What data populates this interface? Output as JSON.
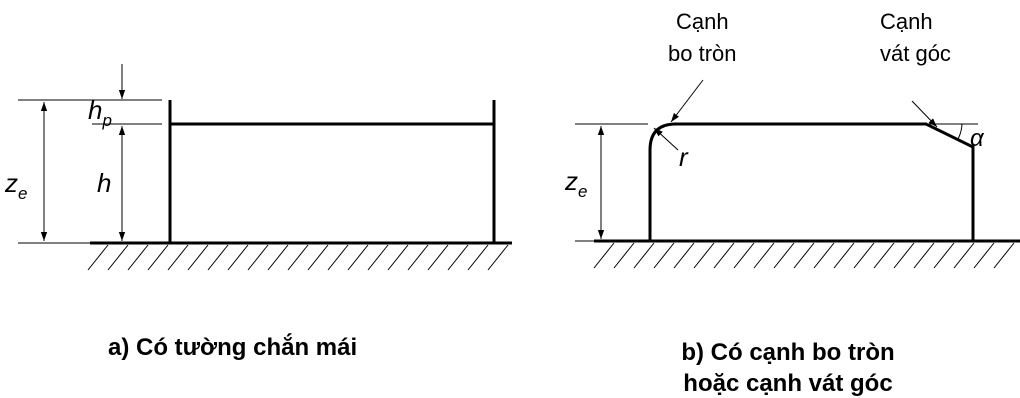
{
  "figure_a": {
    "caption": "a) Có tường chắn mái",
    "dims": {
      "ze": {
        "main": "z",
        "sub": "e"
      },
      "hp": {
        "main": "h",
        "sub": "p"
      },
      "h": "h"
    }
  },
  "figure_b": {
    "caption_line1": "b) Có cạnh bo tròn",
    "caption_line2": "hoặc cạnh vát góc",
    "rounded_label_line1": "Cạnh",
    "rounded_label_line2": "bo tròn",
    "chamfer_label_line1": "Cạnh",
    "chamfer_label_line2": "vát góc",
    "r": "r",
    "alpha": "α",
    "dims": {
      "ze": {
        "main": "z",
        "sub": "e"
      }
    }
  }
}
